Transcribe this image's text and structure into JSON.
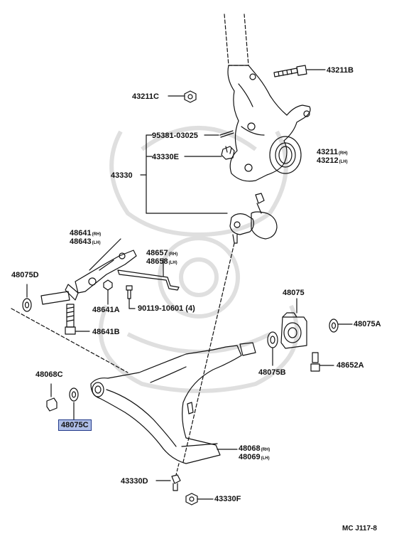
{
  "diagram_ref": "MC J117-8",
  "highlighted_part": "48075C",
  "labels": {
    "p43211B": "43211B",
    "p43211C": "43211C",
    "p95381": "95381-03025",
    "p43330E": "43330E",
    "p43330": "43330",
    "p43211": "43211",
    "p43211_sfx": "(RH)",
    "p43212": "43212",
    "p43212_sfx": "(LH)",
    "p48641": "48641",
    "p48641_sfx": "(RH)",
    "p48643": "48643",
    "p48643_sfx": "(LH)",
    "p48657": "48657",
    "p48657_sfx": "(RH)",
    "p48658": "48658",
    "p48658_sfx": "(LH)",
    "p48075D": "48075D",
    "p48641A": "48641A",
    "p90119": "90119-10601 (4)",
    "p48641B": "48641B",
    "p48075": "48075",
    "p48075A": "48075A",
    "p48075B": "48075B",
    "p48652A": "48652A",
    "p48068C": "48068C",
    "p48075C": "48075C",
    "p48068": "48068",
    "p48068_sfx": "(RH)",
    "p48069": "48069",
    "p48069_sfx": "(LH)",
    "p43330D": "43330D",
    "p43330F": "43330F"
  },
  "colors": {
    "line": "#111111",
    "watermark": "#dcdcdc",
    "highlight_fill": "#aebde6",
    "highlight_border": "#223a8a"
  }
}
